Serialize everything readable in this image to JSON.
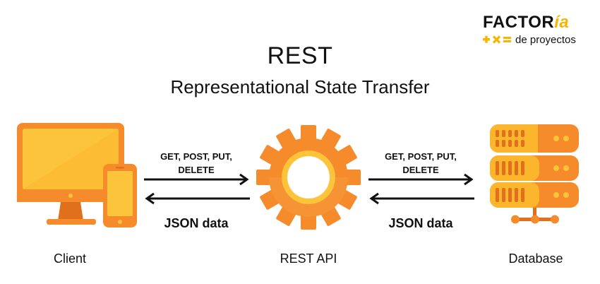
{
  "title": "REST",
  "subtitle": "Representational State Transfer",
  "logo": {
    "main": "FACTOR",
    "accent": "ía",
    "sub": "de proyectos"
  },
  "nodes": {
    "client": "Client",
    "api": "REST API",
    "database": "Database"
  },
  "links": [
    {
      "request": [
        "GET, POST, PUT,",
        "DELETE"
      ],
      "response": "JSON data"
    },
    {
      "request": [
        "GET, POST, PUT,",
        "DELETE"
      ],
      "response": "JSON data"
    }
  ],
  "colors": {
    "orange": "#f58b2b",
    "orange_dark": "#e0701b",
    "yellow": "#fcc43a",
    "brand_yellow": "#f7b500",
    "arrow": "#111111"
  }
}
